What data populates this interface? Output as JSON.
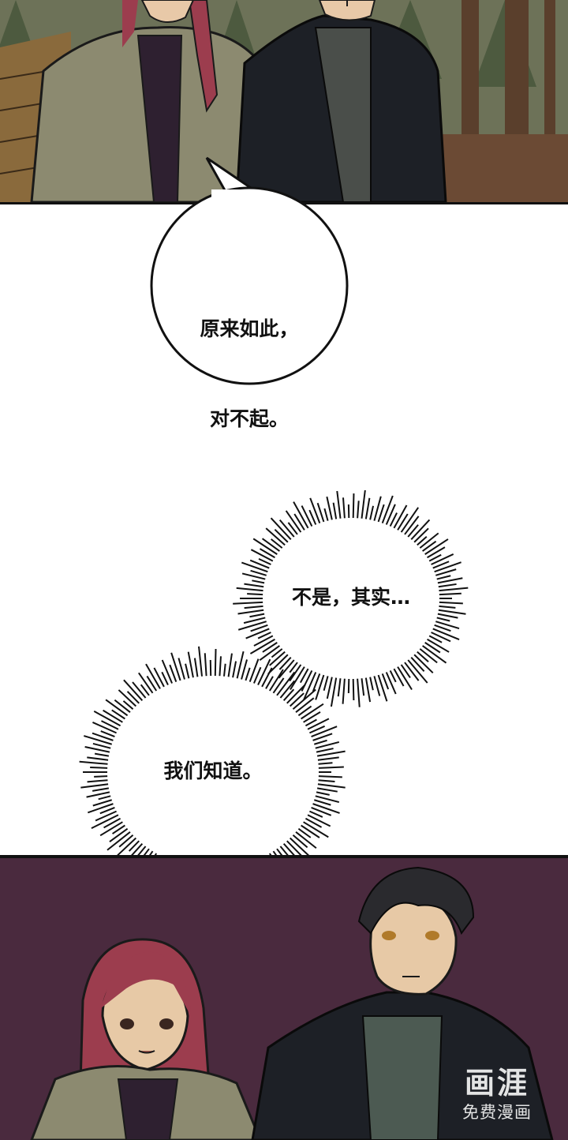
{
  "bubbles": {
    "first": {
      "line1": "原来如此，",
      "line2": "对不起。"
    },
    "second": {
      "text": "不是，其实…"
    },
    "third": {
      "text": "我们知道。"
    }
  },
  "watermark": {
    "brand": "画涯",
    "tagline": "免费漫画"
  },
  "colors": {
    "forest_bg": "#6d7258",
    "purple_bg": "#4a2a3e",
    "red_hair": "#9c3d4e",
    "dark_coat": "#1d2026",
    "olive_hoodie": "#8c8a70"
  }
}
